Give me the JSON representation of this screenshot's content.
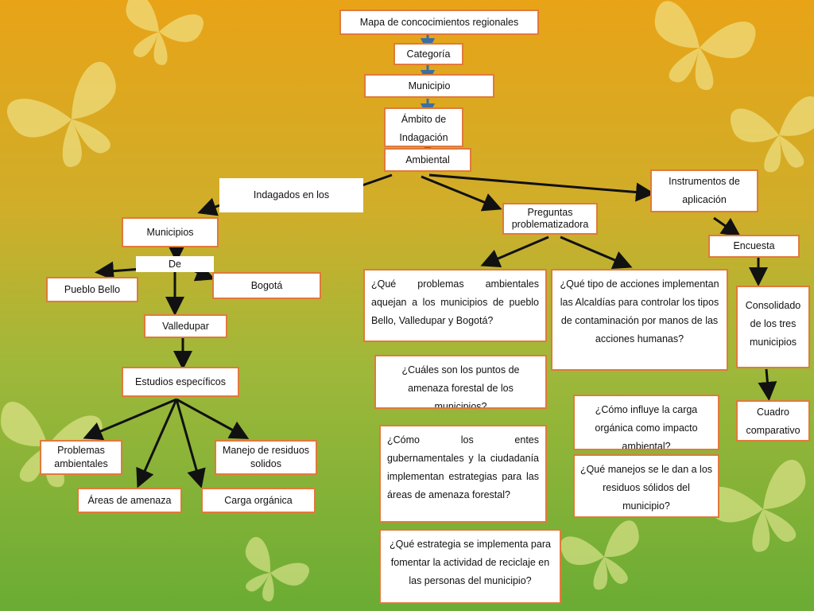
{
  "diagram": {
    "title": "Mapa de concocimientos regionales",
    "chain": {
      "categoria": "Categoría",
      "municipio": "Municipio",
      "ambito": "Ámbito de Indagación",
      "ambiental": "Ambiental"
    },
    "left": {
      "indagados": "Indagados en los",
      "municipios": "Municipios",
      "de": "De",
      "pueblo_bello": "Pueblo Bello",
      "bogota": "Bogotá",
      "valledupar": "Valledupar",
      "estudios": "Estudios específicos",
      "problemas": "Problemas ambientales",
      "manejo": "Manejo de residuos solidos",
      "areas": "Áreas de amenaza",
      "carga": "Carga orgánica"
    },
    "middle": {
      "preguntas": "Preguntas problematizadora",
      "q1": "¿Qué problemas ambientales aquejan a los municipios de pueblo Bello, Valledupar y Bogotá?",
      "q2": "¿Qué tipo de acciones implementan las Alcaldías para controlar los tipos de contaminación por manos de las acciones humanas?",
      "q3": "¿Cuáles son los puntos de amenaza forestal de los municipios?",
      "q4": "¿Cómo influye la carga orgánica como impacto ambiental?",
      "q5": "¿Cómo los entes gubernamentales y la ciudadanía implementan estrategias para las áreas de amenaza forestal?",
      "q6": "¿Qué manejos se le dan a los residuos sólidos del municipio?",
      "q7": "¿Qué estrategia se implementa para fomentar la actividad de reciclaje en las personas del municipio?"
    },
    "right": {
      "instrumentos": "Instrumentos de aplicación",
      "encuesta": "Encuesta",
      "consolidado": "Consolidado de los tres municipios",
      "cuadro": "Cuadro comparativo"
    }
  },
  "background": {
    "top_color": "#e6a21a",
    "mid_color": "#a8b83a",
    "bottom_color": "#6fae34",
    "box_border": "#e07a3a",
    "arrow_color": "#111111",
    "chain_arrow_color": "#3a6ea5"
  }
}
